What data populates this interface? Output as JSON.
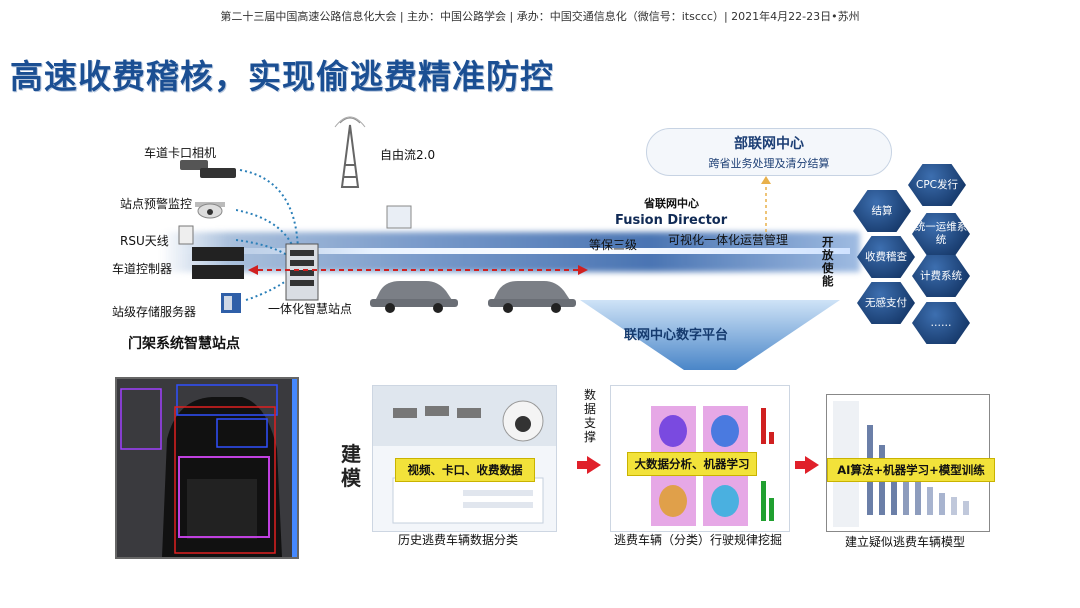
{
  "header": "第二十三届中国高速公路信息化大会 | 主办：中国公路学会 | 承办：中国交通信息化（微信号：itsccc）| 2021年4月22-23日•苏州",
  "title": "高速收费稽核，实现偷逃费精准防控",
  "gantry": {
    "camera": "车道卡口相机",
    "monitor": "站点预警监控",
    "rsu": "RSU天线",
    "controller": "车道控制器",
    "server": "站级存储服务器",
    "smart_station": "一体化智慧站点",
    "caption": "门架系统智慧站点",
    "free_flow": "自由流2.0"
  },
  "center": {
    "national_title": "部联网中心",
    "national_sub": "跨省业务处理及清分结算",
    "provincial_title": "省联网中心",
    "fusion": "Fusion Director",
    "level3": "等保三级",
    "visual_ops": "可视化一体化运营管理",
    "open_enable": "开放使能",
    "platform": "联网中心数字平台"
  },
  "hex_items": [
    "CPC发行",
    "结算",
    "统一运维系统",
    "收费稽查",
    "计费系统",
    "无感支付",
    "……"
  ],
  "modeling": {
    "label": "建模",
    "data_support": "数据支撑",
    "video_data": "视频、卡口、收费数据",
    "history_caption": "历史逃费车辆数据分类",
    "bigdata": "大数据分析、机器学习",
    "pattern_caption": "逃费车辆（分类）行驶规律挖掘",
    "ai": "AI算法+机器学习+模型训练",
    "model_caption": "建立疑似逃费车辆模型"
  },
  "colors": {
    "title": "#1b4f93",
    "accent_red": "#e0202a",
    "yellow": "#f2e23a",
    "hex": "#173a6c"
  }
}
